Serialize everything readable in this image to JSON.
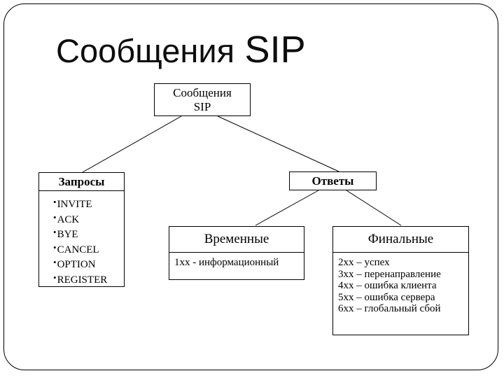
{
  "colors": {
    "background": "#ffffff",
    "line": "#000000",
    "text": "#000000"
  },
  "title": {
    "word_ru": "Сообщения",
    "word_en": "SIP"
  },
  "bullet_glyph": "•",
  "diagram": {
    "root": {
      "line1": "Сообщения",
      "line2": "SIP"
    },
    "requests": {
      "header": "Запросы",
      "items": [
        "INVITE",
        "ACK",
        "BYE",
        "CANCEL",
        "OPTION",
        "REGISTER"
      ]
    },
    "responses": {
      "header": "Ответы"
    },
    "provisional": {
      "header": "Временные",
      "rows": [
        "1xx - информационный"
      ]
    },
    "final": {
      "header": "Финальные",
      "rows": [
        "2xx – успех",
        "3xx – перенаправление",
        "4xx – ошибка клиента",
        "5xx – ошибка сервера",
        "6xx – глобальный сбой"
      ]
    }
  }
}
